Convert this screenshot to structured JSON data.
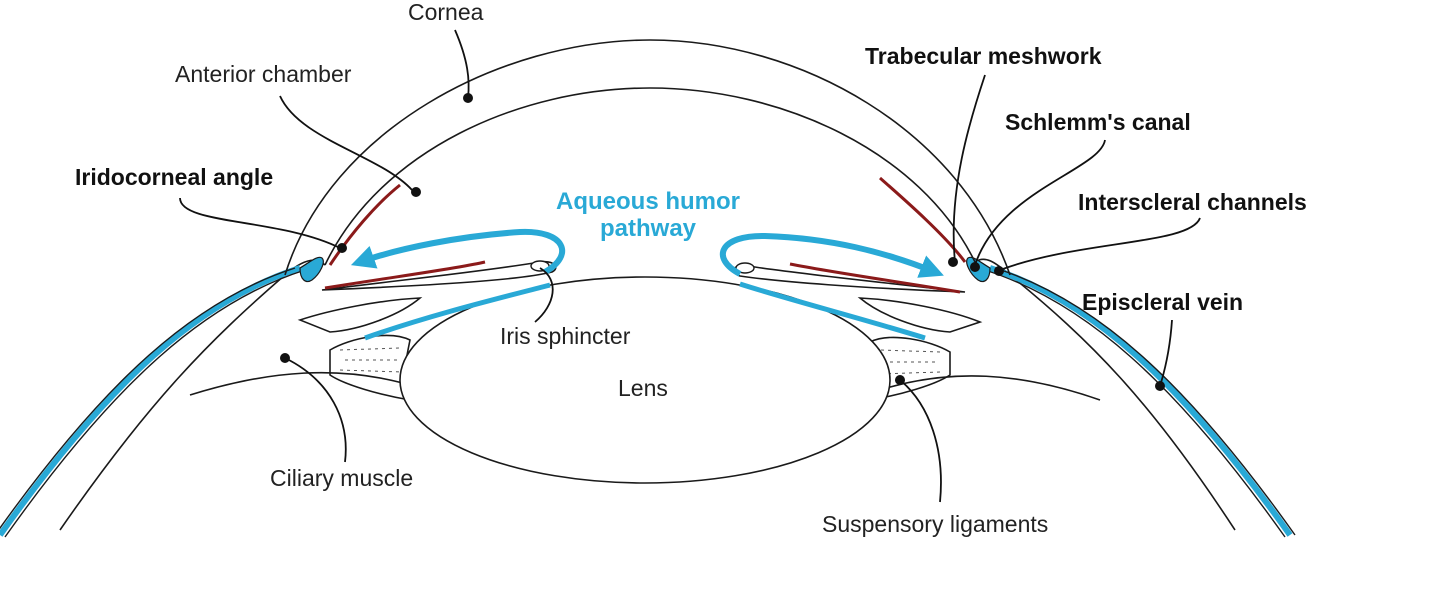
{
  "colors": {
    "aqueous_flow": "#29a9d6",
    "trabecular_tissue": "#8b1a1a",
    "vessel_fill": "#29a9d6",
    "outline": "#1a1a1a"
  },
  "labels": {
    "cornea": "Cornea",
    "anterior_chamber": "Anterior chamber",
    "iridocorneal_angle": "Iridocorneal angle",
    "trabecular_meshwork": "Trabecular meshwork",
    "schlemms_canal": "Schlemm's canal",
    "interscleral_channels": "Interscleral channels",
    "episcleral_vein": "Episcleral vein",
    "aqueous_line1": "Aqueous humor",
    "aqueous_line2": "pathway",
    "iris_sphincter": "Iris sphincter",
    "lens": "Lens",
    "ciliary_muscle": "Ciliary muscle",
    "suspensory_ligaments": "Suspensory ligaments"
  }
}
